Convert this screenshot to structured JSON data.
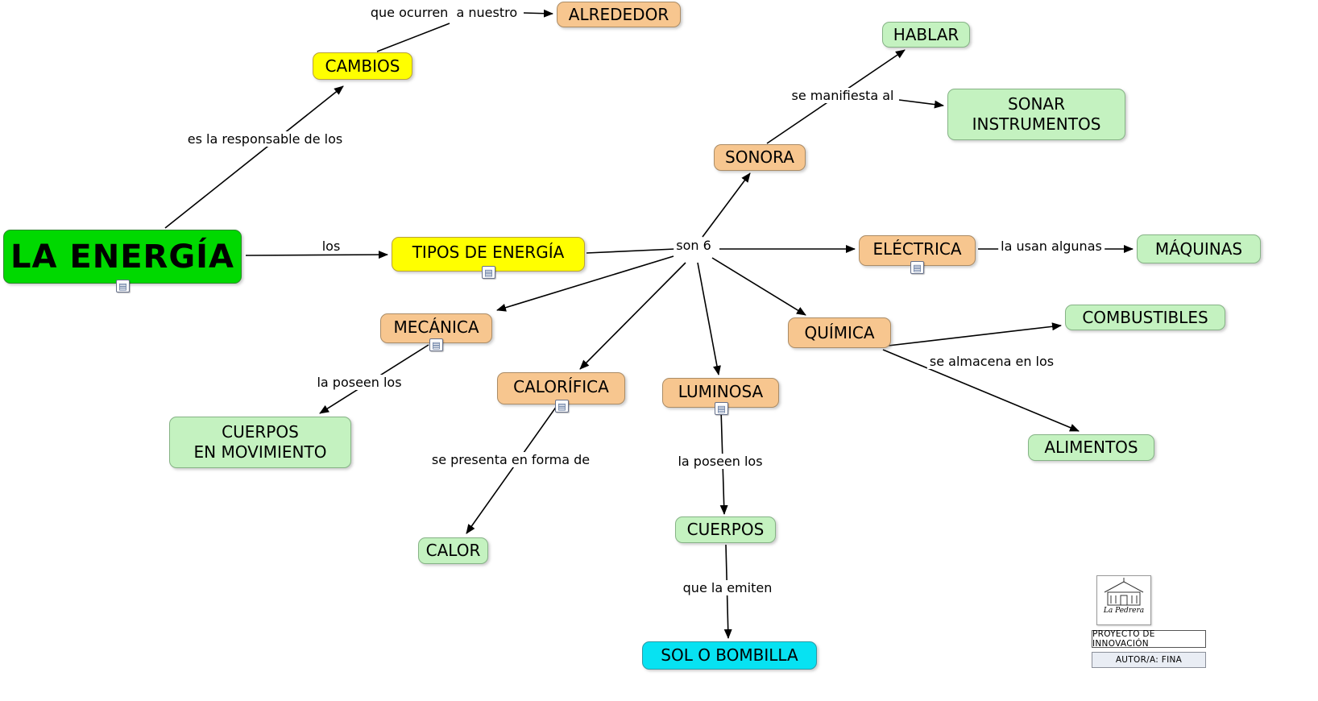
{
  "nodes": {
    "energia": {
      "label": "LA ENERGÍA",
      "color": "#00d900"
    },
    "cambios": {
      "label": "CAMBIOS",
      "color": "#ffff00"
    },
    "alrededor": {
      "label": "ALREDEDOR",
      "color": "#f7c68f"
    },
    "hablar": {
      "label": "HABLAR",
      "color": "#c4f2c0"
    },
    "sonar": {
      "label": "SONAR\nINSTRUMENTOS",
      "color": "#c4f2c0"
    },
    "sonora": {
      "label": "SONORA",
      "color": "#f7c68f"
    },
    "tipos": {
      "label": "TIPOS DE ENERGÍA",
      "color": "#ffff00"
    },
    "electrica": {
      "label": "ELÉCTRICA",
      "color": "#f7c68f"
    },
    "maquinas": {
      "label": "MÁQUINAS",
      "color": "#c4f2c0"
    },
    "mecanica": {
      "label": "MECÁNICA",
      "color": "#f7c68f"
    },
    "quimica": {
      "label": "QUÍMICA",
      "color": "#f7c68f"
    },
    "combustibles": {
      "label": "COMBUSTIBLES",
      "color": "#c4f2c0"
    },
    "calorifica": {
      "label": "CALORÍFICA",
      "color": "#f7c68f"
    },
    "luminosa": {
      "label": "LUMINOSA",
      "color": "#f7c68f"
    },
    "cuerpos_mov": {
      "label": "CUERPOS\nEN MOVIMIENTO",
      "color": "#c4f2c0"
    },
    "alimentos": {
      "label": "ALIMENTOS",
      "color": "#c4f2c0"
    },
    "calor": {
      "label": "CALOR",
      "color": "#c4f2c0"
    },
    "cuerpos": {
      "label": "CUERPOS",
      "color": "#c4f2c0"
    },
    "sol_bombilla": {
      "label": "SOL O BOMBILLA",
      "color": "#07e2f2"
    }
  },
  "edges": {
    "energia_cambios": {
      "from": "LA ENERGÍA",
      "label": "es la responsable de los",
      "to": [
        "CAMBIOS"
      ]
    },
    "cambios_alrededor": {
      "from": "CAMBIOS",
      "label": "que ocurren  a nuestro",
      "to": [
        "ALREDEDOR"
      ]
    },
    "energia_tipos": {
      "from": "LA ENERGÍA",
      "label": "los",
      "to": [
        "TIPOS DE ENERGÍA"
      ]
    },
    "tipos_son6": {
      "from": "TIPOS DE ENERGÍA",
      "label": "son 6",
      "to": [
        "SONORA",
        "ELÉCTRICA",
        "QUÍMICA",
        "LUMINOSA",
        "CALORÍFICA",
        "MECÁNICA"
      ]
    },
    "sonora_manifiesta": {
      "from": "SONORA",
      "label": "se manifiesta al",
      "to": [
        "HABLAR",
        "SONAR INSTRUMENTOS"
      ]
    },
    "electrica_maquinas": {
      "from": "ELÉCTRICA",
      "label": "la usan algunas",
      "to": [
        "MÁQUINAS"
      ]
    },
    "mecanica_cuerpos": {
      "from": "MECÁNICA",
      "label": "la poseen los",
      "to": [
        "CUERPOS EN MOVIMIENTO"
      ]
    },
    "quimica_almacena": {
      "from": "QUÍMICA",
      "label": "se almacena en los",
      "to": [
        "COMBUSTIBLES",
        "ALIMENTOS"
      ]
    },
    "calorifica_calor": {
      "from": "CALORÍFICA",
      "label": "se presenta en forma de",
      "to": [
        "CALOR"
      ]
    },
    "luminosa_cuerpos": {
      "from": "LUMINOSA",
      "label": "la poseen los",
      "to": [
        "CUERPOS"
      ]
    },
    "cuerpos_sol": {
      "from": "CUERPOS",
      "label": "que la emiten",
      "to": [
        "SOL O BOMBILLA"
      ]
    }
  },
  "icons": {
    "resource_icon": "▤"
  },
  "footer": {
    "logo_text": "La Pedrera",
    "project": "PROYECTO DE INNOVACIÓN",
    "author": "AUTOR/A: FINA"
  },
  "colors": {
    "node_yellow": "#ffff00",
    "node_peach": "#f7c68f",
    "node_light_green": "#c4f2c0",
    "node_bright_green": "#00d900",
    "node_cyan": "#07e2f2",
    "line": "#000000"
  }
}
